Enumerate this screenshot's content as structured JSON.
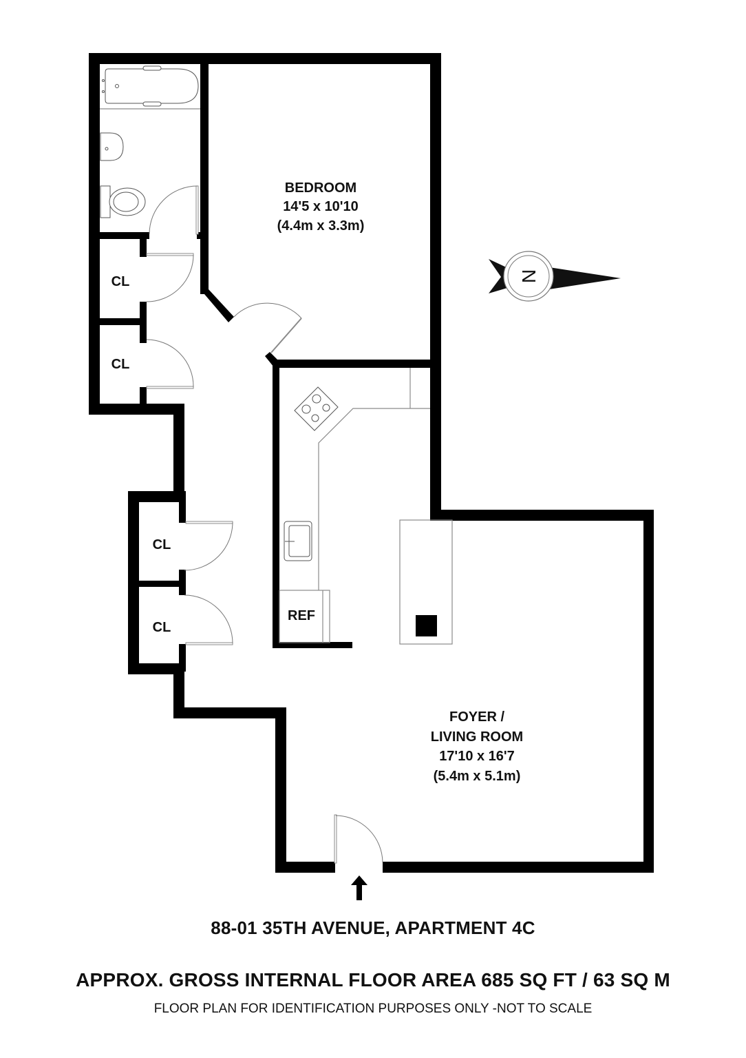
{
  "plan": {
    "rooms": [
      {
        "id": "bedroom",
        "name": "BEDROOM",
        "dims_imperial": "14'5 x 10'10",
        "dims_metric": "(4.4m x 3.3m)"
      },
      {
        "id": "living",
        "name_line1": "FOYER /",
        "name_line2": "LIVING ROOM",
        "dims_imperial": "17'10 x 16'7",
        "dims_metric": "(5.4m x 5.1m)"
      }
    ],
    "closets": [
      "CL",
      "CL",
      "CL",
      "CL"
    ],
    "kitchen": {
      "fridge_label": "REF"
    },
    "compass": {
      "label": "N",
      "direction": "right"
    },
    "entrance": {
      "arrow": "up"
    }
  },
  "footer": {
    "address": "88-01 35TH AVENUE, APARTMENT 4C",
    "area": "APPROX. GROSS INTERNAL FLOOR AREA 685 SQ FT / 63 SQ M",
    "disclaimer": "FLOOR PLAN FOR IDENTIFICATION PURPOSES ONLY -NOT TO SCALE"
  },
  "colors": {
    "wall": "#000000",
    "fixture_line": "#8a8a8a",
    "background": "#ffffff"
  }
}
